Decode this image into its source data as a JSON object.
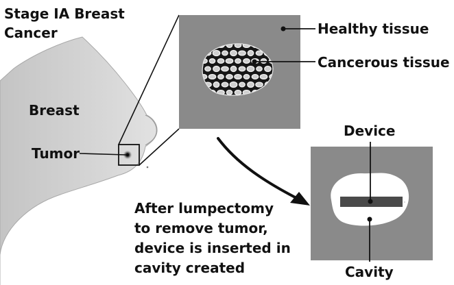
{
  "title": {
    "line1": "Stage IA Breast",
    "line2": "Cancer"
  },
  "labels": {
    "breast": "Breast",
    "tumor": "Tumor",
    "healthy_tissue": "Healthy tissue",
    "cancerous_tissue": "Cancerous tissue",
    "device": "Device",
    "cavity": "Cavity"
  },
  "caption": {
    "line1": "After lumpectomy",
    "line2": "to remove tumor,",
    "line3": "device is inserted in",
    "line4": "cavity created"
  },
  "colors": {
    "skin": "#d3d3d3",
    "tissue_gray": "#8a8a8a",
    "cell_fill": "#cfcfcf",
    "device_bar": "#4a4a4a",
    "cavity_white": "#ffffff",
    "ink": "#111111"
  }
}
